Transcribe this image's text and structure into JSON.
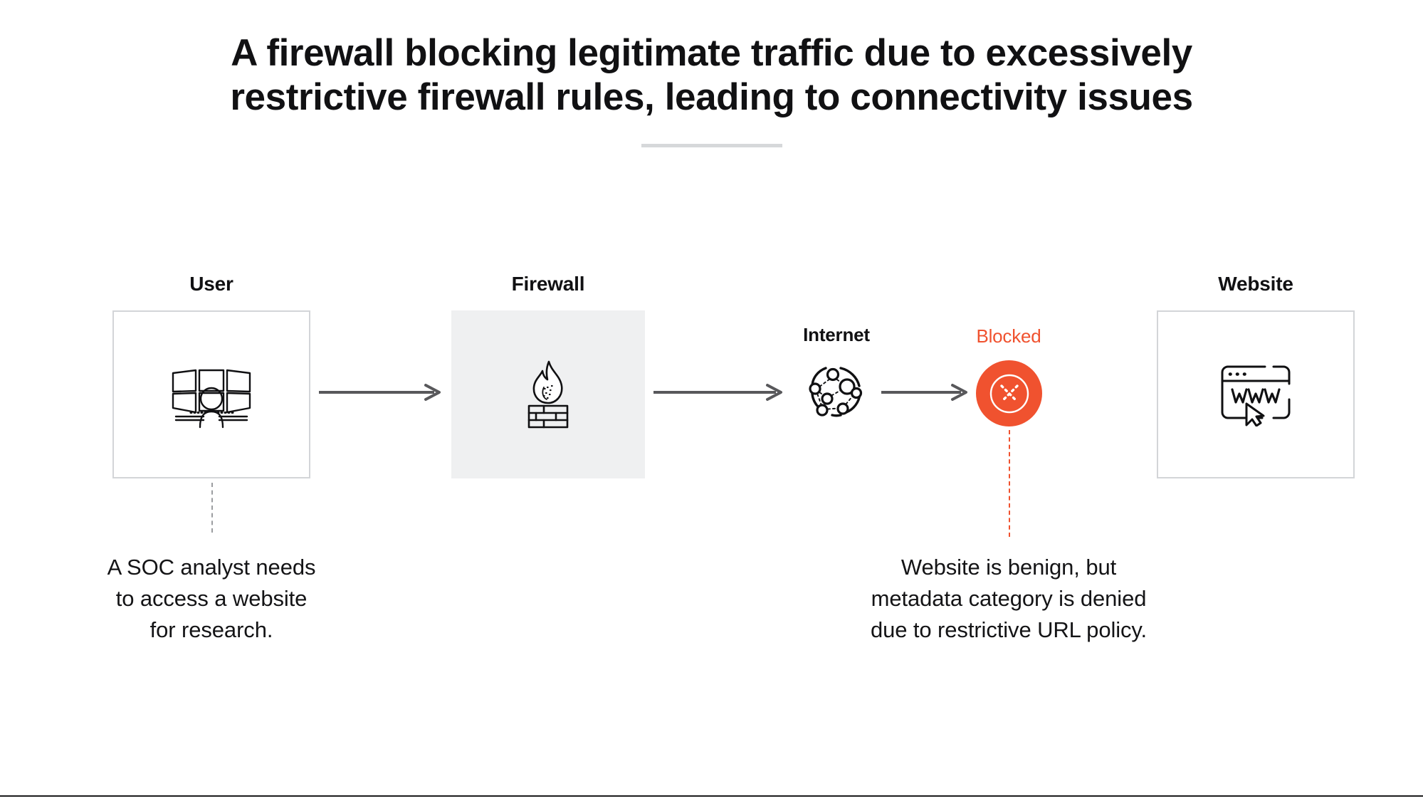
{
  "title": {
    "line1": "A firewall blocking legitimate traffic due to excessively",
    "line2": "restrictive firewall rules, leading to connectivity issues"
  },
  "colors": {
    "blocked_orange": "#f0522f",
    "arrow_gray": "#58585b",
    "box_border": "#d3d5d8",
    "firewall_fill": "#eff0f1",
    "title_rule": "#d6d8da",
    "connector_gray": "#9b9da0"
  },
  "nodes": [
    {
      "id": "user",
      "label": "User",
      "icon": "user-workstation-icon"
    },
    {
      "id": "firewall",
      "label": "Firewall",
      "icon": "firewall-flame-brick-icon"
    },
    {
      "id": "internet",
      "label": "Internet",
      "icon": "internet-network-globe-icon"
    },
    {
      "id": "blocked",
      "label": "Blocked",
      "icon": "blocked-x-circle-icon"
    },
    {
      "id": "website",
      "label": "Website",
      "icon": "browser-www-cursor-icon"
    }
  ],
  "captions": [
    {
      "id": "user-caption",
      "text": "A SOC analyst needs\nto access a website\nfor research."
    },
    {
      "id": "blocked-caption",
      "text": "Website is benign, but\nmetadata category is denied\ndue to restrictive URL policy."
    }
  ],
  "flow_arrows": [
    {
      "from": "user",
      "to": "firewall"
    },
    {
      "from": "firewall",
      "to": "internet"
    },
    {
      "from": "internet",
      "to": "blocked"
    }
  ]
}
